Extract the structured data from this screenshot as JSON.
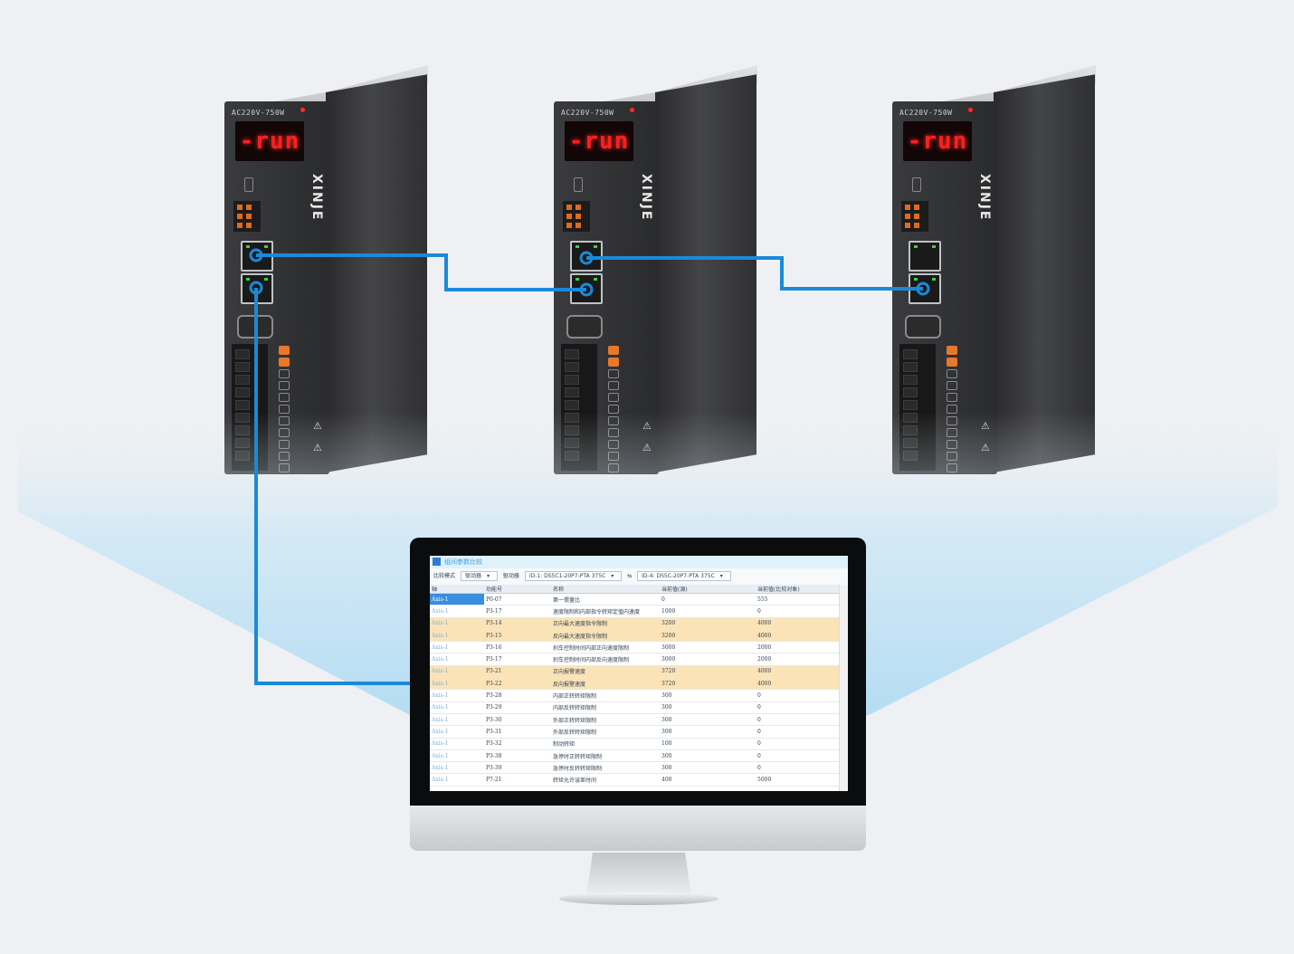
{
  "drives": [
    {
      "model": "AC220V-750W",
      "display": "-run",
      "brand": "XINJE"
    },
    {
      "model": "AC220V-750W",
      "display": "-run",
      "brand": "XINJE"
    },
    {
      "model": "AC220V-750W",
      "display": "-run",
      "brand": "XINJE"
    }
  ],
  "software": {
    "window_title": "组间参数比较",
    "toolbar": {
      "label_mode": "比较模式",
      "mode_value": "驱动器",
      "label_drive": "驱动器",
      "drive_a": "ID-1: DS5C1-20P7-PTA 375C",
      "drive_b": "ID-4: DS5C-20P7-PTA 375C"
    },
    "columns": [
      "轴",
      "功能号",
      "名称",
      "当前值(源)",
      "当前值(比较对象)"
    ],
    "rows": [
      [
        "Axis-1",
        "P0-07",
        "第一惯量比",
        "0",
        "555"
      ],
      [
        "Axis-1",
        "P3-17",
        "速度限制和内部指令转矩定值内速度",
        "1000",
        "0"
      ],
      [
        "Axis-1",
        "P3-14",
        "正向最大速度指令限制",
        "3200",
        "4000"
      ],
      [
        "Axis-1",
        "P3-15",
        "反向最大速度指令限制",
        "3200",
        "4000"
      ],
      [
        "Axis-1",
        "P3-16",
        "刹车控制时间内部正向速度限制",
        "3000",
        "2000"
      ],
      [
        "Axis-1",
        "P3-17",
        "刹车控制时间内部反向速度限制",
        "3000",
        "2000"
      ],
      [
        "Axis-1",
        "P3-21",
        "正向报警速度",
        "3720",
        "4000"
      ],
      [
        "Axis-1",
        "P3-22",
        "反向报警速度",
        "3720",
        "4000"
      ],
      [
        "Axis-1",
        "P3-28",
        "内部正转转矩限制",
        "300",
        "0"
      ],
      [
        "Axis-1",
        "P3-29",
        "内部反转转矩限制",
        "300",
        "0"
      ],
      [
        "Axis-1",
        "P3-30",
        "外部正转转矩限制",
        "300",
        "0"
      ],
      [
        "Axis-1",
        "P3-31",
        "外部反转转矩限制",
        "300",
        "0"
      ],
      [
        "Axis-1",
        "P3-32",
        "制动转矩",
        "100",
        "0"
      ],
      [
        "Axis-1",
        "P3-38",
        "急停时正转转矩限制",
        "300",
        "0"
      ],
      [
        "Axis-1",
        "P3-39",
        "急停时反转转矩限制",
        "300",
        "0"
      ],
      [
        "Axis-1",
        "P7-21",
        "转矩允许误差时间",
        "400",
        "5000"
      ]
    ]
  },
  "colors": {
    "cable": "#1a8ad8",
    "highlight_row": "#fbe3b8",
    "led_red": "#ff1f1f"
  }
}
